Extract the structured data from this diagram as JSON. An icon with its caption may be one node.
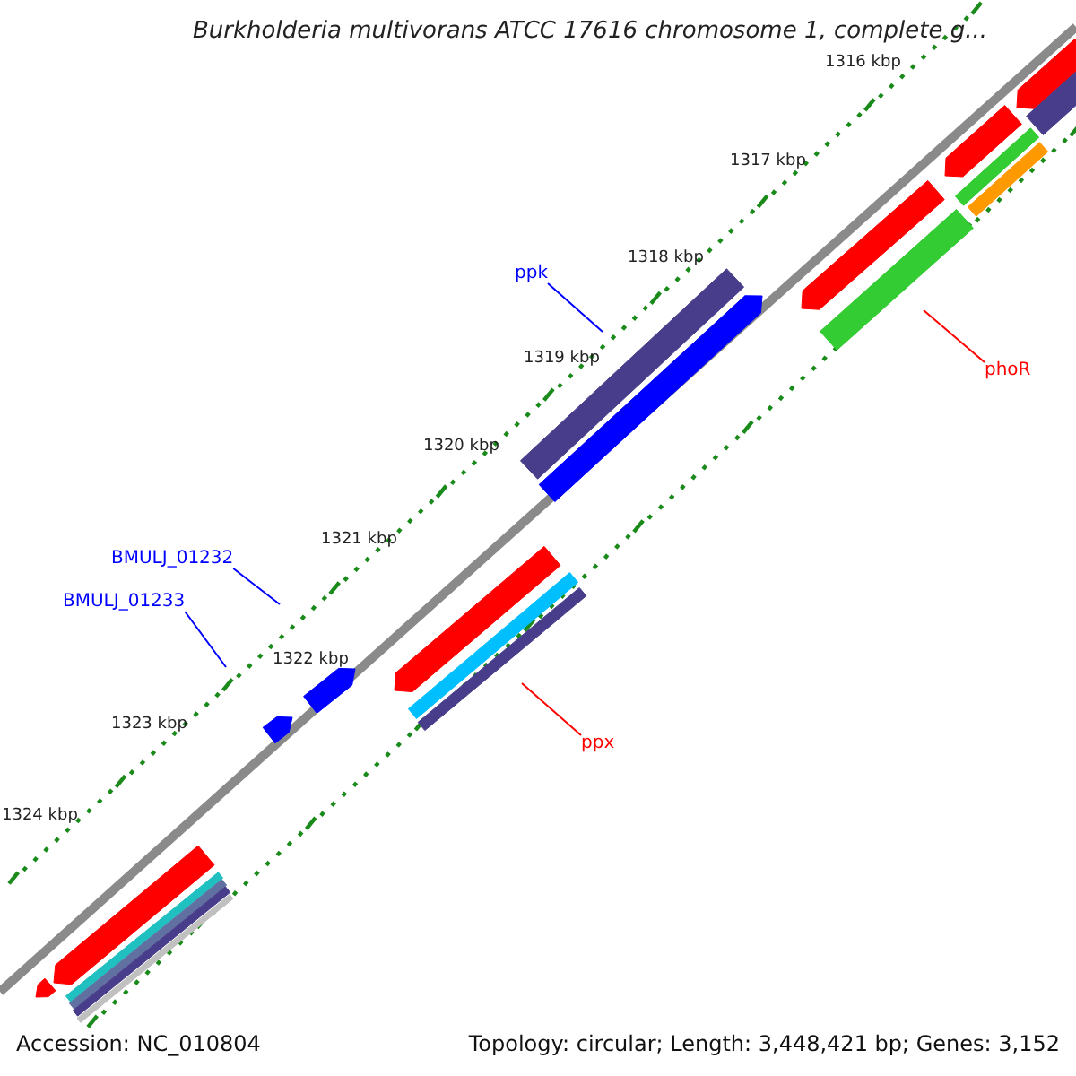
{
  "diagram": {
    "title": "Burkholderia multivorans ATCC 17616 chromosome 1, complete g...",
    "nodes": [
      {
        "text": [
          "ppk"
        ]
      },
      {
        "text": [
          "phoR"
        ]
      },
      {
        "text": [
          "BMULJ_01232"
        ]
      },
      {
        "text": [
          "BMULJ_01233"
        ]
      },
      {
        "text": [
          "ppx"
        ]
      }
    ],
    "edges": [
      {
        "from": 0,
        "to": null,
        "arrow": "none",
        "color": "#0000ff"
      },
      {
        "from": 1,
        "to": null,
        "arrow": "none",
        "color": "#ff0000"
      },
      {
        "from": 2,
        "to": null,
        "arrow": "none",
        "color": "#0000ff"
      },
      {
        "from": 3,
        "to": null,
        "arrow": "none",
        "color": "#0000ff"
      },
      {
        "from": 4,
        "to": null,
        "arrow": "none",
        "color": "#ff0000"
      }
    ],
    "labels": [
      "1316 kbp",
      "1317 kbp",
      "1318 kbp",
      "1319 kbp",
      "1320 kbp",
      "1321 kbp",
      "1322 kbp",
      "1323 kbp",
      "1324 kbp",
      "Accession: NC_010804",
      "Topology: circular; Length: 3,448,421 bp; Genes: 3,152"
    ]
  }
}
